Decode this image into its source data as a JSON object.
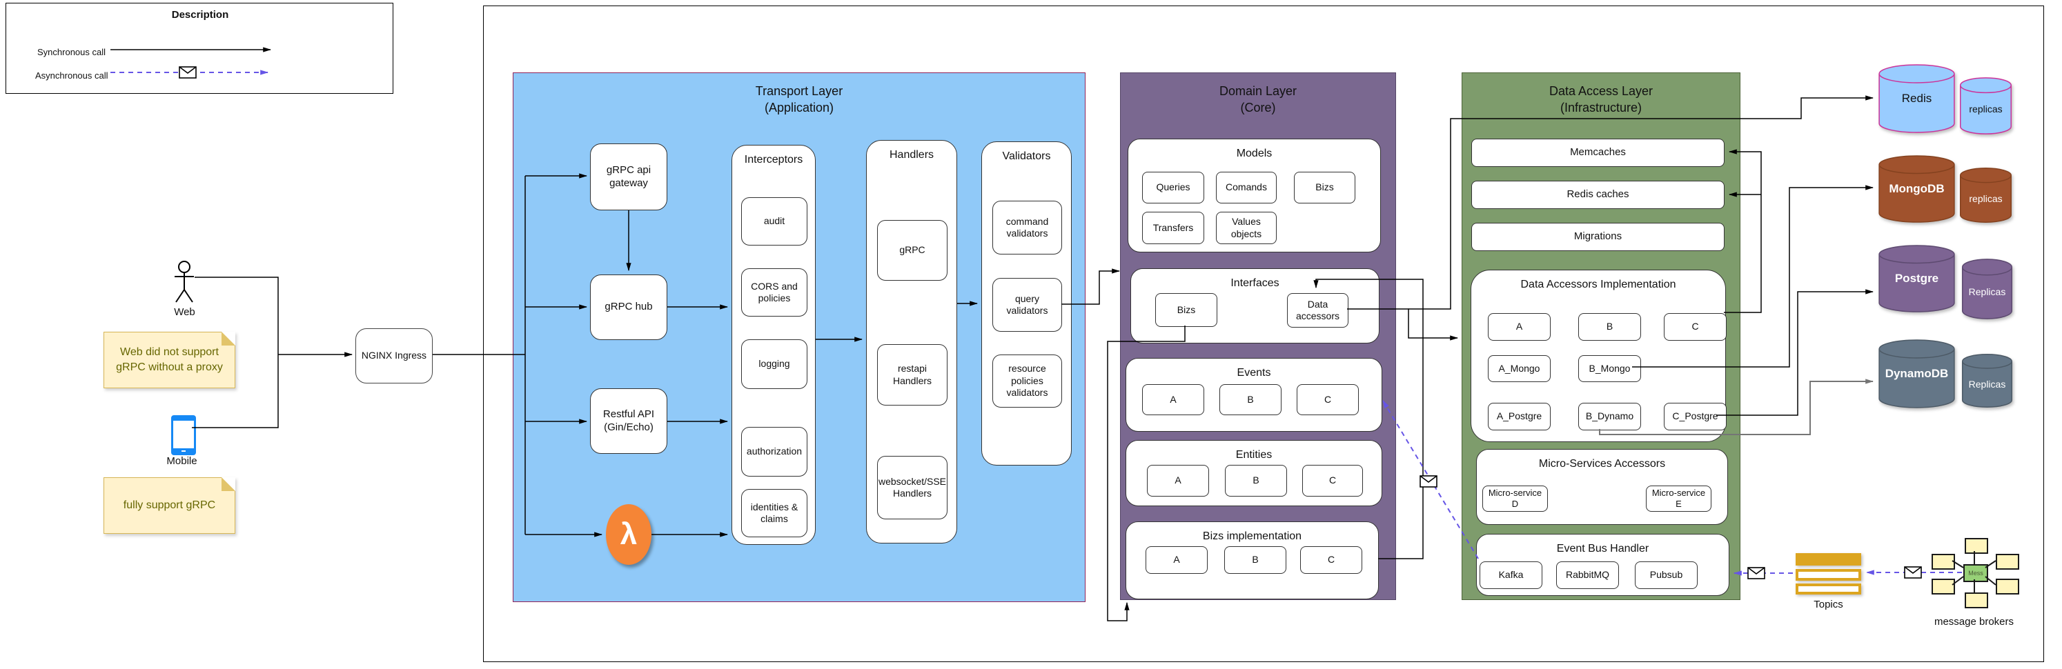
{
  "colors": {
    "transport_fill": "#90C9F8",
    "transport_stroke": "#8F2257",
    "domain_fill": "#7A6890",
    "domain_stroke": "#564768",
    "data_fill": "#7E9C6C",
    "data_stroke": "#4C6338",
    "note_fill": "#FFF2CC",
    "note_stroke": "#D6B656",
    "note_text": "#666600",
    "redis_fill": "#99CCFF",
    "redis_stroke": "#CC3399",
    "mongo_fill": "#A0522D",
    "mongo_stroke": "#84421F",
    "postgre_fill": "#7D6493",
    "postgre_stroke": "#5D4A70",
    "dynamo_fill": "#647687",
    "dynamo_stroke": "#4D5A66",
    "lambda_fill": "#F58536",
    "async": "#6655E6",
    "mobile": "#1689F5",
    "topics_gold": "#DCA520",
    "broker_fill": "#FFF5BD",
    "broker_center_fill": "#97D077",
    "wire_gray": "#757575"
  },
  "legend": {
    "title": "Description",
    "sync_label": "Synchronous call",
    "async_label": "Asynchronous call"
  },
  "clients": {
    "web_label": "Web",
    "web_note": "Web did not support gRPC without a proxy",
    "mobile_label": "Mobile",
    "mobile_note": "fully support gRPC",
    "ingress_label": "NGINX Ingress"
  },
  "transport": {
    "title": "Transport Layer",
    "subtitle": "(Application)",
    "gateway": "gRPC api gateway",
    "hub": "gRPC hub",
    "restful": "Restful API (Gin/Echo)",
    "lambda_glyph": "λ",
    "interceptors": {
      "title": "Interceptors",
      "items": [
        "audit",
        "CORS and policies",
        "logging",
        "authorization",
        "identities & claims"
      ]
    },
    "handlers": {
      "title": "Handlers",
      "items": [
        "gRPC",
        "restapi Handlers",
        "websocket/SSE Handlers"
      ]
    },
    "validators": {
      "title": "Validators",
      "items": [
        "command validators",
        "query validators",
        "resource policies validators"
      ]
    }
  },
  "domain": {
    "title": "Domain Layer",
    "subtitle": "(Core)",
    "models": {
      "title": "Models",
      "items": [
        "Queries",
        "Comands",
        "Bizs",
        "Transfers",
        "Values objects"
      ]
    },
    "interfaces": {
      "title": "Interfaces",
      "items": [
        "Bizs",
        "Data accessors"
      ]
    },
    "events": {
      "title": "Events",
      "items": [
        "A",
        "B",
        "C"
      ]
    },
    "entities": {
      "title": "Entities",
      "items": [
        "A",
        "B",
        "C"
      ]
    },
    "bizs_impl": {
      "title": "Bizs implementation",
      "items": [
        "A",
        "B",
        "C"
      ]
    }
  },
  "data_access": {
    "title": "Data Access Layer",
    "subtitle": "(Infrastructure)",
    "memcaches": "Memcaches",
    "redis_caches": "Redis caches",
    "migrations": "Migrations",
    "dai": {
      "title": "Data Accessors Implementation",
      "items": [
        "A",
        "B",
        "C",
        "A_Mongo",
        "B_Mongo",
        "A_Postgre",
        "B_Dynamo",
        "C_Postgre"
      ]
    },
    "micro": {
      "title": "Micro-Services Accessors",
      "items": [
        "Micro-service D",
        "Micro-service E"
      ]
    },
    "event_bus": {
      "title": "Event Bus Handler",
      "items": [
        "Kafka",
        "RabbitMQ",
        "Pubsub"
      ]
    }
  },
  "databases": [
    {
      "name": "Redis",
      "replica": "replicas"
    },
    {
      "name": "MongoDB",
      "replica": "replicas"
    },
    {
      "name": "Postgre",
      "replica": "Replicas"
    },
    {
      "name": "DynamoDB",
      "replica": "Replicas"
    }
  ],
  "messaging": {
    "topics_label": "Topics",
    "brokers_label": "message brokers",
    "broker_center_label": "Mess"
  }
}
